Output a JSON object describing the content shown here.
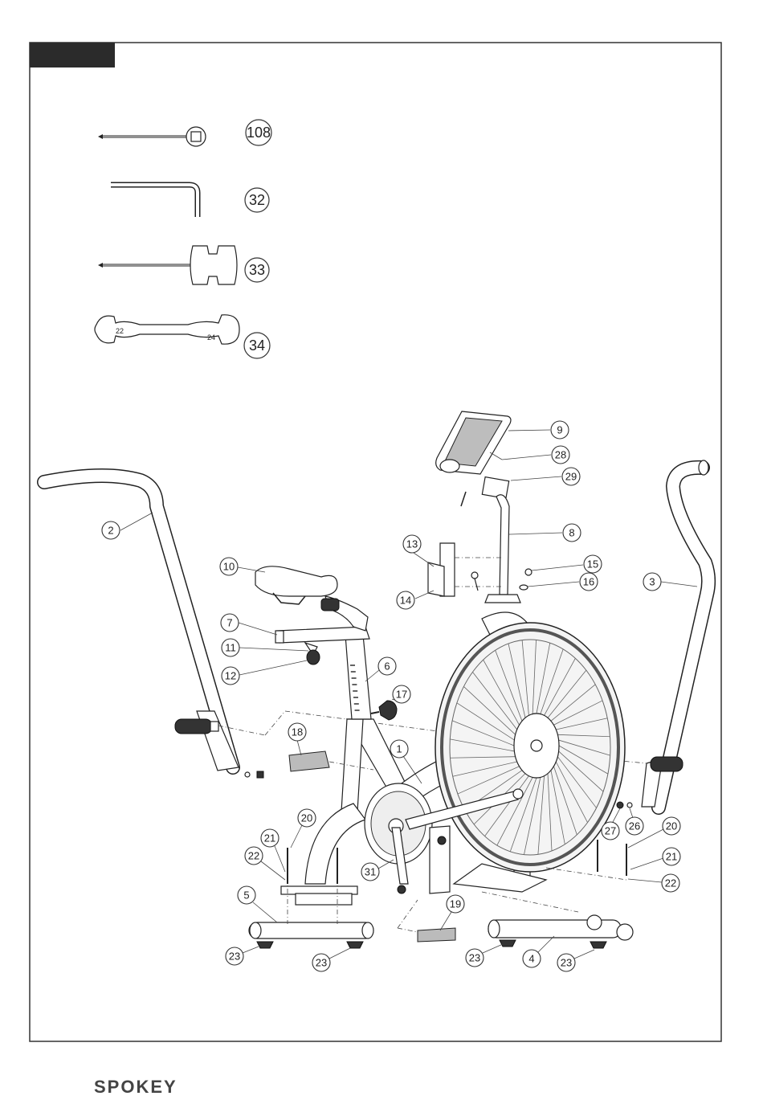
{
  "tools": [
    {
      "number": "108",
      "name": "screwdriver-socket-tool"
    },
    {
      "number": "32",
      "name": "allen-key"
    },
    {
      "number": "33",
      "name": "screwdriver-handle-tool"
    },
    {
      "number": "34",
      "name": "open-end-wrench"
    }
  ],
  "wrench_sizes": {
    "left": "22",
    "right": "24"
  },
  "callouts": [
    "1",
    "2",
    "3",
    "4",
    "5",
    "6",
    "7",
    "8",
    "9",
    "10",
    "11",
    "12",
    "13",
    "14",
    "15",
    "16",
    "17",
    "18",
    "19",
    "20",
    "21",
    "22",
    "23",
    "26",
    "27",
    "28",
    "29",
    "31",
    "20",
    "21",
    "22",
    "23",
    "23",
    "23"
  ],
  "brand": "SPOKEY"
}
